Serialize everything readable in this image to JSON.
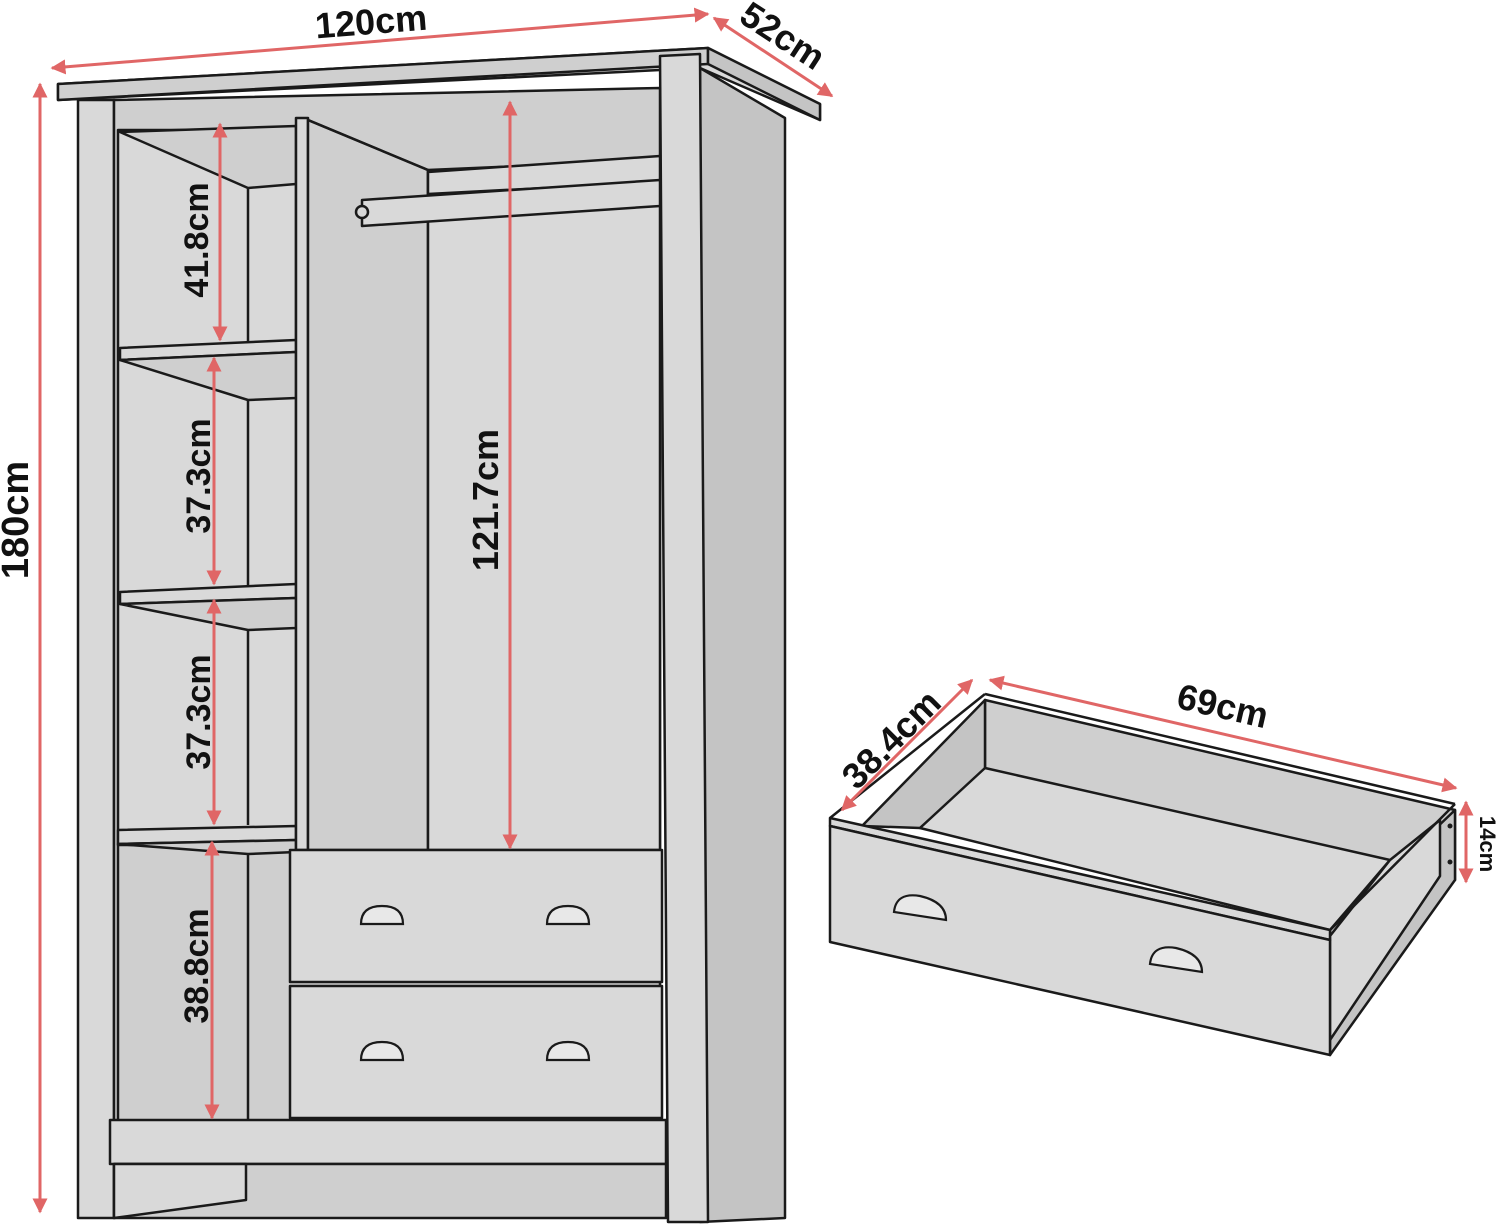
{
  "dimensions": {
    "wardrobe_width": "120cm",
    "wardrobe_depth": "52cm",
    "wardrobe_height": "180cm",
    "shelf_1_height": "41.8cm",
    "shelf_2_height": "37.3cm",
    "shelf_3_height": "37.3cm",
    "bottom_compartment_height": "38.8cm",
    "hanging_space_height": "121.7cm",
    "drawer_depth": "38.4cm",
    "drawer_width": "69cm",
    "drawer_height": "14cm"
  },
  "colors": {
    "dimension_line": "#e06666",
    "furniture_fill": "#d9d9d9",
    "outline": "#1a1a1a"
  }
}
